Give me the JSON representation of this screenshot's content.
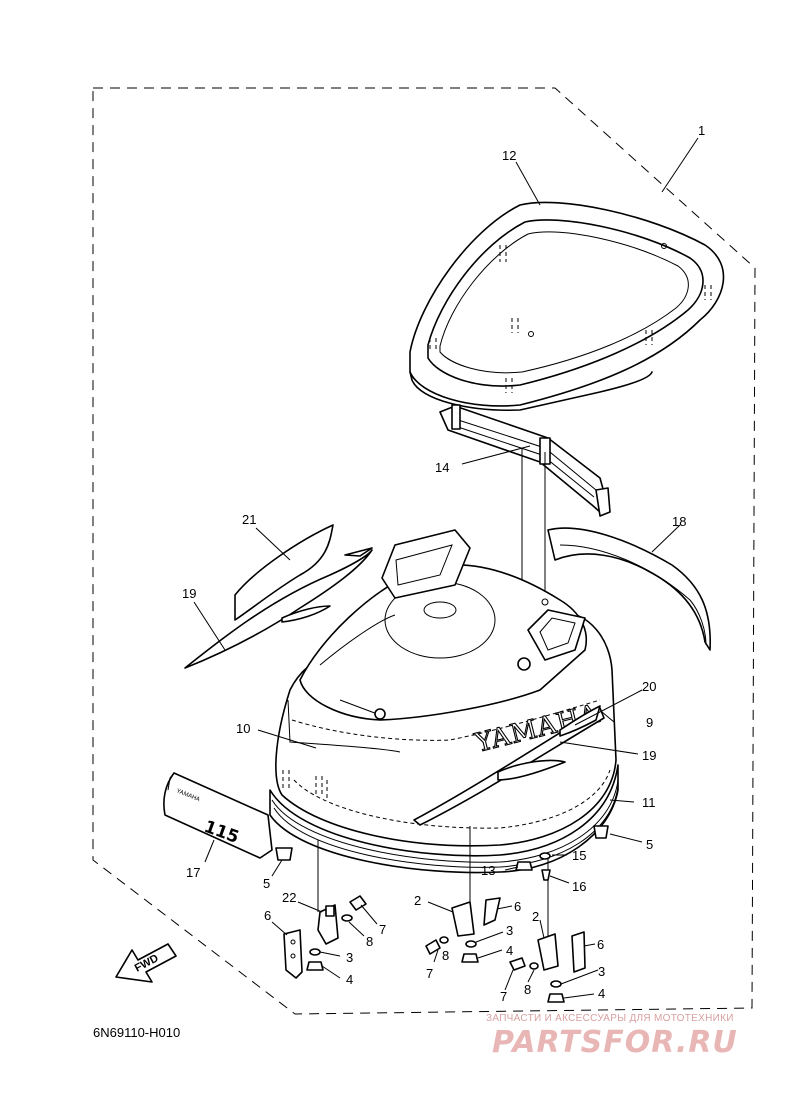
{
  "diagram": {
    "part_code": "6N69110-H010",
    "callouts": [
      {
        "id": "c1",
        "label": "1"
      },
      {
        "id": "c12",
        "label": "12"
      },
      {
        "id": "c14",
        "label": "14"
      },
      {
        "id": "c21",
        "label": "21"
      },
      {
        "id": "c18",
        "label": "18"
      },
      {
        "id": "c19a",
        "label": "19"
      },
      {
        "id": "c20",
        "label": "20"
      },
      {
        "id": "c9",
        "label": "9"
      },
      {
        "id": "c10",
        "label": "10"
      },
      {
        "id": "c19b",
        "label": "19"
      },
      {
        "id": "c11",
        "label": "11"
      },
      {
        "id": "c5a",
        "label": "5"
      },
      {
        "id": "c5b",
        "label": "5"
      },
      {
        "id": "c15",
        "label": "15"
      },
      {
        "id": "c13",
        "label": "13"
      },
      {
        "id": "c16",
        "label": "16"
      },
      {
        "id": "c17",
        "label": "17"
      },
      {
        "id": "c22",
        "label": "22"
      },
      {
        "id": "c6a",
        "label": "6"
      },
      {
        "id": "c7a",
        "label": "7"
      },
      {
        "id": "c8a",
        "label": "8"
      },
      {
        "id": "c3a",
        "label": "3"
      },
      {
        "id": "c4a",
        "label": "4"
      },
      {
        "id": "c2a",
        "label": "2"
      },
      {
        "id": "c6b",
        "label": "6"
      },
      {
        "id": "c3b",
        "label": "3"
      },
      {
        "id": "c8b",
        "label": "8"
      },
      {
        "id": "c4b",
        "label": "4"
      },
      {
        "id": "c7b",
        "label": "7"
      },
      {
        "id": "c2b",
        "label": "2"
      },
      {
        "id": "c6c",
        "label": "6"
      },
      {
        "id": "c3c",
        "label": "3"
      },
      {
        "id": "c7c",
        "label": "7"
      },
      {
        "id": "c8c",
        "label": "8"
      },
      {
        "id": "c4c",
        "label": "4"
      }
    ],
    "cowling_brand": "YAMAHA",
    "badge_text": "115",
    "badge_small_brand": "YAMAHA",
    "fwd_label": "FWD"
  },
  "watermark": {
    "tagline": "ЗАПЧАСТИ И АКСЕССУАРЫ ДЛЯ МОТОТЕХНИКИ",
    "site": "PARTSFOR.RU",
    "color": "#e9b6b6"
  }
}
